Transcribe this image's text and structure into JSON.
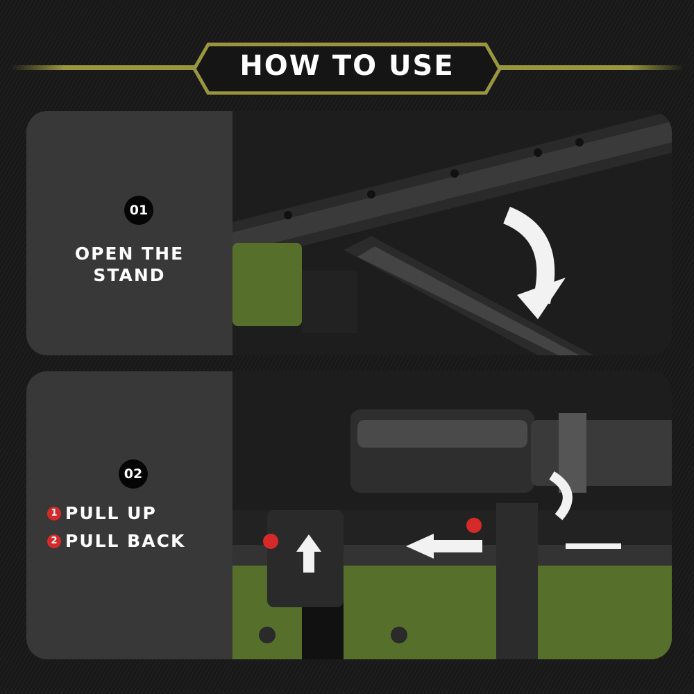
{
  "header": {
    "title": "HOW TO USE"
  },
  "colors": {
    "accent": "#9a9640",
    "marker": "#d62a2a",
    "panel_text_bg": "#383838",
    "green": "#56702c"
  },
  "steps": [
    {
      "number": "01",
      "lines": [
        "OPEN THE",
        "STAND"
      ],
      "icon": "curved-arrow-down-icon"
    },
    {
      "number": "02",
      "items": [
        {
          "marker": "1",
          "label": "PULL UP"
        },
        {
          "marker": "2",
          "label": "PULL BACK"
        }
      ],
      "icons": [
        "arrow-up-icon",
        "arrow-left-icon"
      ]
    }
  ]
}
